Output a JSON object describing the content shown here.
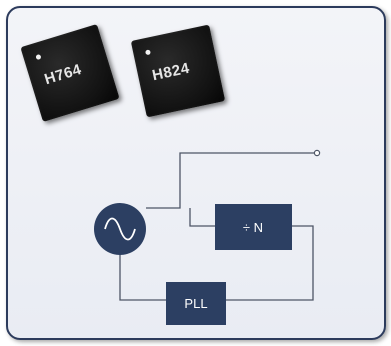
{
  "chips": [
    {
      "label": "H764"
    },
    {
      "label": "H824"
    }
  ],
  "diagram": {
    "divider_label": "÷ N",
    "pll_label": "PLL",
    "oscillator_icon": "sine-wave-icon"
  },
  "colors": {
    "block_fill": "#2c3f62",
    "wire": "#4d5566",
    "frame_border": "#2c3b5c"
  }
}
